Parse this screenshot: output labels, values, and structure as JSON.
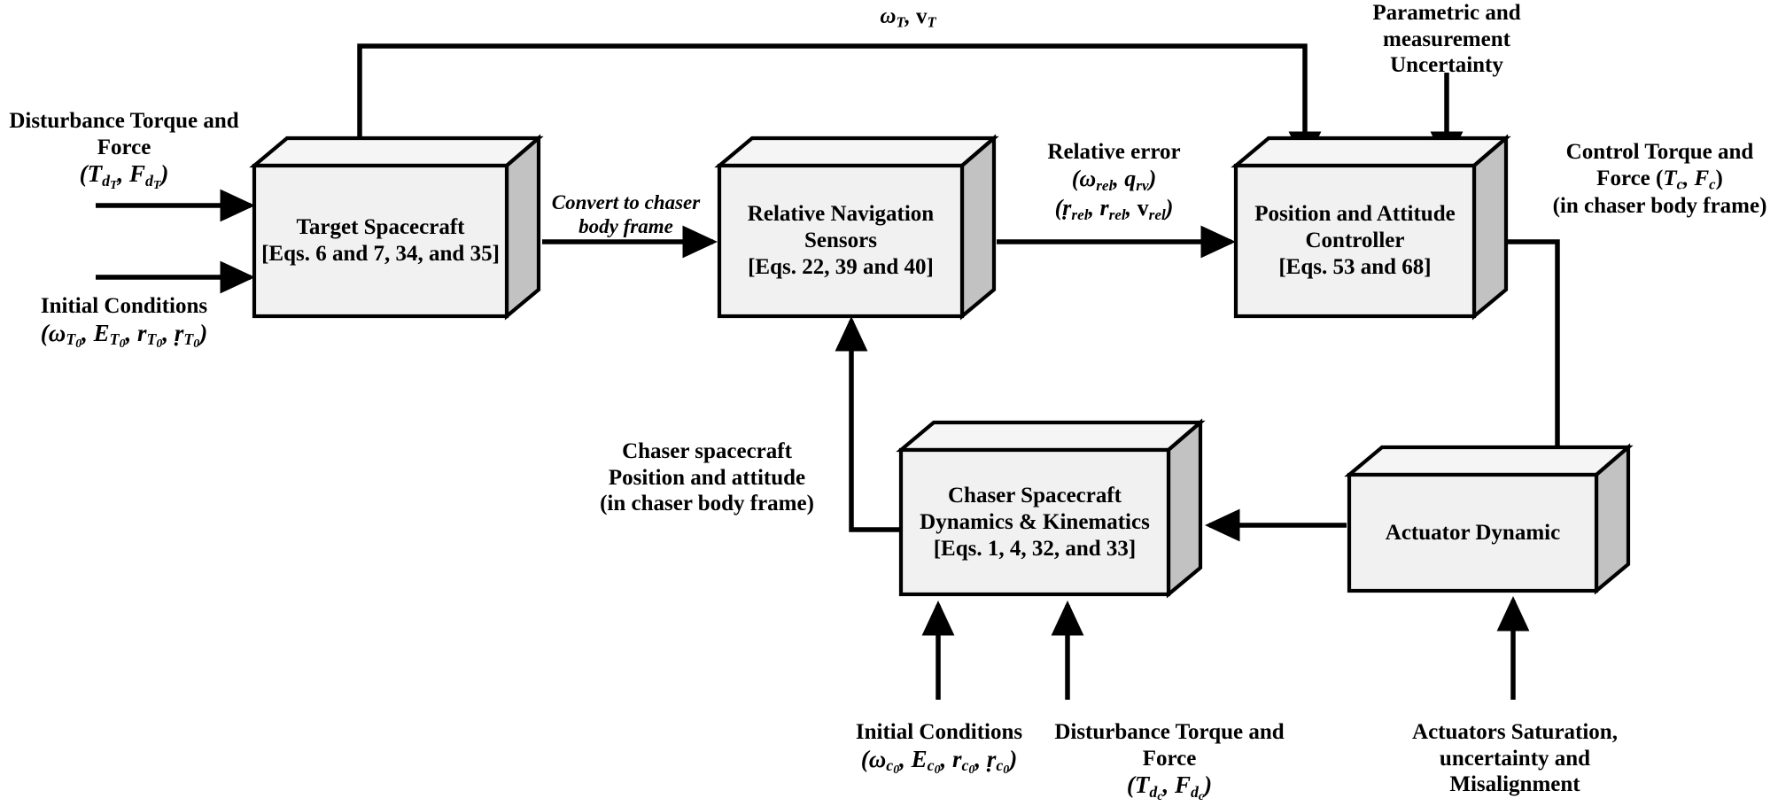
{
  "diagram": {
    "title": "Spacecraft rendezvous closed-loop block diagram",
    "colors": {
      "line": "#000000",
      "box_face": "#f1f1f1",
      "box_side": "#c2c2c2",
      "box_top": "#f5f5f5",
      "text": "#000000",
      "background": "#ffffff"
    },
    "blocks": [
      {
        "id": "target-spacecraft",
        "lines": [
          "Target Spacecraft",
          "[Eqs. 6 and 7, 34, and 35]"
        ]
      },
      {
        "id": "relative-navigation-sensors",
        "lines": [
          "Relative Navigation",
          "Sensors",
          "[Eqs. 22, 39 and 40]"
        ]
      },
      {
        "id": "position-attitude-controller",
        "lines": [
          "Position and Attitude",
          "Controller",
          "[Eqs. 53 and 68]"
        ]
      },
      {
        "id": "chaser-spacecraft",
        "lines": [
          "Chaser Spacecraft",
          "Dynamics & Kinematics",
          "[Eqs. 1, 4, 32, and 33]"
        ]
      },
      {
        "id": "actuator-dynamic",
        "lines": [
          "Actuator Dynamic"
        ]
      }
    ],
    "labels": {
      "target_feedback": "ωT, vT",
      "disturbance_target_l1": "Disturbance Torque and",
      "disturbance_target_l2": "Force",
      "disturbance_target_sym": "(Td T , Fd T)",
      "initial_target_l1": "Initial Conditions",
      "initial_target_sym": "(ωT0, ET0, rT0, ṙT0)",
      "convert_l1": "Convert to chaser",
      "convert_l2": "body frame",
      "rel_error_l1": "Relative error",
      "rel_error_l2": "(ωrel, qrv)",
      "rel_error_l3": "(ṙrel, rrel, vrel)",
      "uncertainty_l1": "Parametric and",
      "uncertainty_l2": "measurement",
      "uncertainty_l3": "Uncertainty",
      "control_l1": "Control Torque and",
      "control_l2": "Force (Tc, Fc)",
      "control_l3": "(in chaser body frame)",
      "chaser_fb_l1": "Chaser spacecraft",
      "chaser_fb_l2": "Position and attitude",
      "chaser_fb_l3": "(in chaser body frame)",
      "initial_chaser_l1": "Initial Conditions",
      "initial_chaser_sym": "(ωc0, Ec0, rc0, ṙc0)",
      "disturbance_chaser_l1": "Disturbance Torque and",
      "disturbance_chaser_l2": "Force",
      "disturbance_chaser_sym": "(Td c , Fd c)",
      "actuators_l1": "Actuators Saturation,",
      "actuators_l2": "uncertainty and",
      "actuators_l3": "Misalignment"
    }
  }
}
